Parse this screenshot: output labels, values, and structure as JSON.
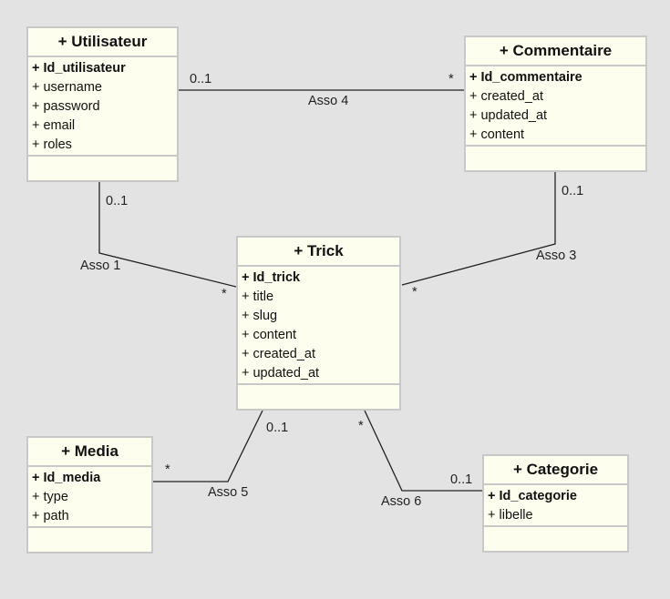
{
  "classes": {
    "utilisateur": {
      "title": "+ Utilisateur",
      "attrs": [
        "+ Id_utilisateur",
        "+ username",
        "+ password",
        "+ email",
        "+ roles"
      ]
    },
    "commentaire": {
      "title": "+ Commentaire",
      "attrs": [
        "+ Id_commentaire",
        "+ created_at",
        "+ updated_at",
        "+ content"
      ]
    },
    "trick": {
      "title": "+ Trick",
      "attrs": [
        "+ Id_trick",
        "+ title",
        "+ slug",
        "+ content",
        "+ created_at",
        "+ updated_at"
      ]
    },
    "media": {
      "title": "+ Media",
      "attrs": [
        "+ Id_media",
        "+ type",
        "+ path"
      ]
    },
    "categorie": {
      "title": "+ Categorie",
      "attrs": [
        "+ Id_categorie",
        "+ libelle"
      ]
    }
  },
  "associations": {
    "asso1": {
      "name": "Asso 1",
      "mult_a": "0..1",
      "mult_b": "*"
    },
    "asso3": {
      "name": "Asso 3",
      "mult_a": "0..1",
      "mult_b": "*"
    },
    "asso4": {
      "name": "Asso 4",
      "mult_a": "0..1",
      "mult_b": "*"
    },
    "asso5": {
      "name": "Asso 5",
      "mult_a": "0..1",
      "mult_b": "*"
    },
    "asso6": {
      "name": "Asso 6",
      "mult_a": "0..1",
      "mult_b": "*"
    }
  },
  "colors": {
    "background": "#e3e3e3",
    "class_fill": "#fefeee",
    "border": "#c8c8c8",
    "line": "#222222"
  }
}
